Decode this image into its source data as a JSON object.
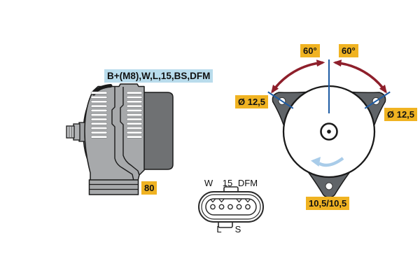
{
  "title": "Alternator technical diagram",
  "colors": {
    "highlight_yellow": "#F0B322",
    "terminal_label_blue_bg": "#B9DCEC",
    "dimension_line_blue": "#1D5BA4",
    "angle_arrow_red": "#8E1F2B",
    "rotation_arrow_light_blue": "#A9CCE9",
    "body_gray": "#A7A9AB",
    "rear_housing_gray": "#6F7173",
    "flange_gray": "#606468"
  },
  "side_view": {
    "terminal_label": "B+(M8),W,L,15,BS,DFM",
    "dimension_label": "80"
  },
  "connector": {
    "top_pin_labels": [
      "W",
      "15",
      "DFM"
    ],
    "bottom_pin_labels": [
      "L",
      "S"
    ]
  },
  "front_view": {
    "angle_label_left": "60°",
    "angle_label_right": "60°",
    "hole_diameter_left": "Ø 12,5",
    "hole_diameter_right": "Ø 12,5",
    "mount_holes_label": "10,5/10,5"
  }
}
